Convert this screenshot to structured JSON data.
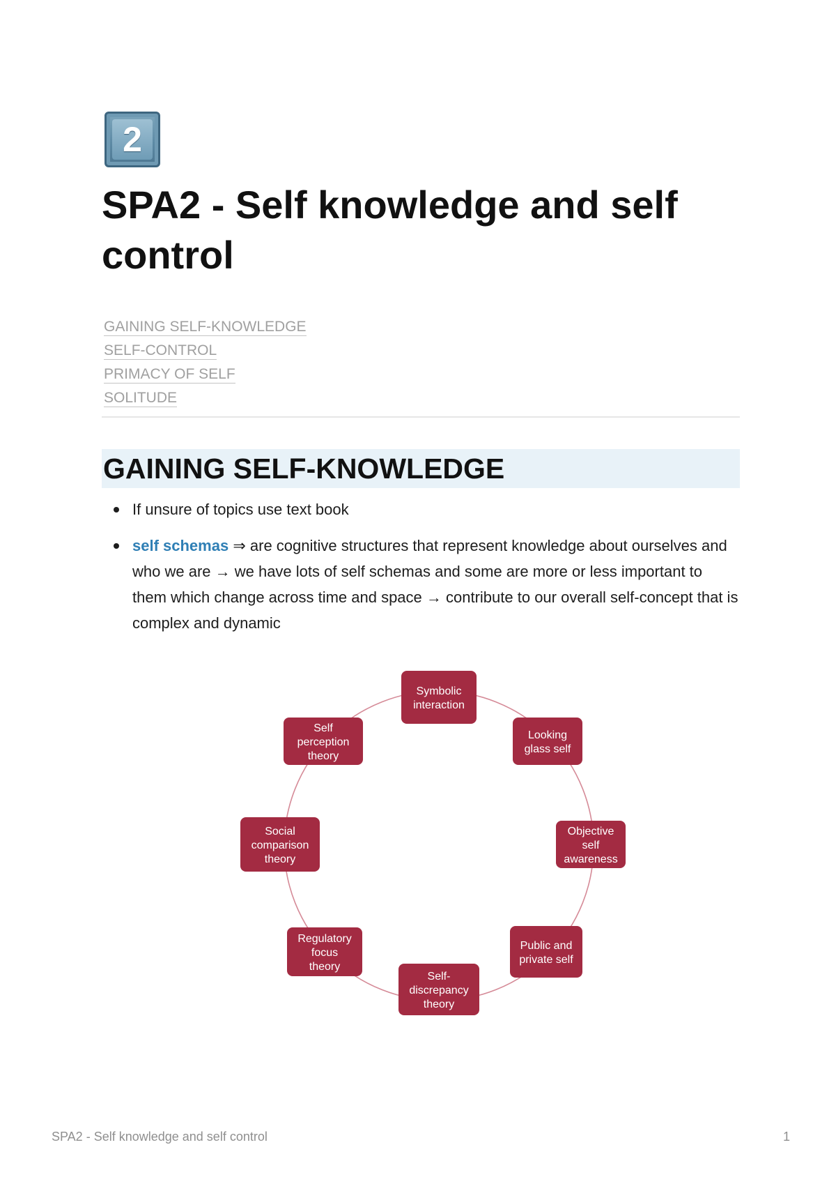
{
  "doc": {
    "icon": "keycap-digit-two-icon",
    "icon_glyph": "2",
    "title": "SPA2 - Self knowledge and self control"
  },
  "toc": [
    {
      "label": "GAINING SELF-KNOWLEDGE"
    },
    {
      "label": "SELF-CONTROL"
    },
    {
      "label": "PRIMACY OF SELF"
    },
    {
      "label": "SOLITUDE"
    }
  ],
  "section": {
    "heading": "GAINING SELF-KNOWLEDGE",
    "bullets": [
      {
        "text": "If unsure of topics use text book"
      },
      {
        "term": "self schemas",
        "arrow": "⇒",
        "text": "are cognitive structures that represent knowledge about ourselves and who we are → we have lots of self schemas and some are more or less important to them which change across time and space → contribute to our overall self-concept that is complex and dynamic"
      }
    ]
  },
  "diagram": {
    "node_color": "#a32b42",
    "ring_color": "#d58a97",
    "nodes": [
      {
        "lines": [
          "Symbolic",
          "interaction"
        ]
      },
      {
        "lines": [
          "Looking",
          "glass self"
        ]
      },
      {
        "lines": [
          "Objective",
          "self",
          "awareness"
        ]
      },
      {
        "lines": [
          "Public and",
          "private self"
        ]
      },
      {
        "lines": [
          "Self-",
          "discrepancy",
          "theory"
        ]
      },
      {
        "lines": [
          "Regulatory",
          "focus",
          "theory"
        ]
      },
      {
        "lines": [
          "Social",
          "comparison",
          "theory"
        ]
      },
      {
        "lines": [
          "Self",
          "perception",
          "theory"
        ]
      }
    ]
  },
  "footer": {
    "title": "SPA2 - Self knowledge and self control",
    "page_number": "1"
  }
}
